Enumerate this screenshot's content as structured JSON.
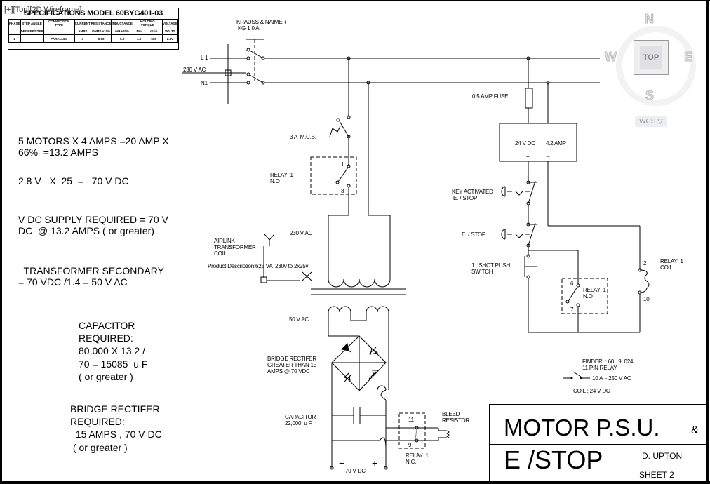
{
  "viewport_label": "[+][Top][2D Wireframe]",
  "spec_table": {
    "title": "SPECIFICATIONS   MODEL 60BYG401-03",
    "headers": [
      "PHASE",
      "STEP ANGLE",
      "CONNECTION TYPE",
      "CURRENT",
      "RESISTANCE",
      "INDUCTANCE",
      "HOLDING TORQUE",
      "",
      "VOLTAGE"
    ],
    "units": [
      "",
      "DEGREE/STEP",
      "",
      "AMPS",
      "OHMS ±10%",
      "mH ±20%",
      "Nm",
      "oz-in",
      "VOLTS"
    ],
    "values": [
      "2",
      "",
      "PARALLEL",
      "4",
      "0.70",
      "5.0",
      "4.0",
      "565",
      "2.8V"
    ]
  },
  "compass": {
    "north": "N",
    "south": "S",
    "east": "E",
    "west": "W",
    "view": "TOP",
    "coord_system": "WCS"
  },
  "calculations": {
    "motors": "5 MOTORS X 4 AMPS =20 AMP X\n66%  =13.2 AMPS",
    "voltage": "2.8 V   X  25  =   70 V DC",
    "supply": "V DC SUPPLY REQUIRED = 70 V\nDC  @ 13.2 AMPS ( or greater)",
    "transformer": "  TRANSFORMER SECONDARY\n= 70 VDC /1.4 = 50 V AC",
    "capacitor": "CAPACITOR\nREQUIRED:\n80,000 X 13.2 /\n70 = 15085  u F\n( or greater )",
    "rectifier": "BRIDGE RECTIFER\nREQUIRED:\n  15 AMPS , 70 V DC\n ( or greater )"
  },
  "labels": {
    "isolator": "KRAUSS & NAIMER\n KG 1 0 A",
    "l1": "L 1",
    "supply_ac": "230 V AC",
    "n1": "N1",
    "mcb": "3 A  M.C.B.",
    "relay_no_left": "RELAY  1\nN.O",
    "relay_pin_1": "1",
    "relay_pin_3": "3",
    "primary_ac": "230 V AC",
    "airlink": "AIRLINK\nTRANSFORMER\nCOIL",
    "product_desc": "Product Description:625 VA  230v to 2x25v",
    "secondary_ac": "50 V AC",
    "bridge": "BRIDGE RECTIFER\nGREATER THAN 15\nAMPS @ 70 VDC",
    "capacitor": "CAPACITOR\n22,000  u F",
    "bleed": "BLEED\nRESISTOR",
    "relay_pin_11": "11",
    "relay_pin_9": "9",
    "relay_nc": "RELAY  1\nN.C.",
    "minus": "−",
    "plus": "+",
    "output_dc": "70 V DC",
    "fuse": "0.5 AMP FUSE",
    "psu_voltage": "24 V DC",
    "psu_current": "4.2 AMP",
    "psu_plus": "+",
    "psu_minus": "–",
    "key_estop": "KEY ACTIVATED\n E. / STOP",
    "estop": "E. / STOP",
    "push_switch": "1   SHOT PUSH\nSWITCH",
    "relay_pin_6": "6",
    "relay_pin_7": "7",
    "relay_no_right": "RELAY  1\nN.O",
    "relay_pin_2": "2",
    "relay_pin_10": "10",
    "relay_coil": "RELAY  1\nCOIL",
    "finder": "FINDER  : 60 . 9 .024\n11 PIN RELAY",
    "contact_rating": "10 A  - 250 V AC",
    "coil_rating": "COIL : 24 V DC"
  },
  "title_block": {
    "title_line1": "MOTOR    P.S.U.",
    "title_amp": "&",
    "title_line2": "E /STOP",
    "author": "D. UPTON",
    "sheet": "SHEET    2"
  }
}
